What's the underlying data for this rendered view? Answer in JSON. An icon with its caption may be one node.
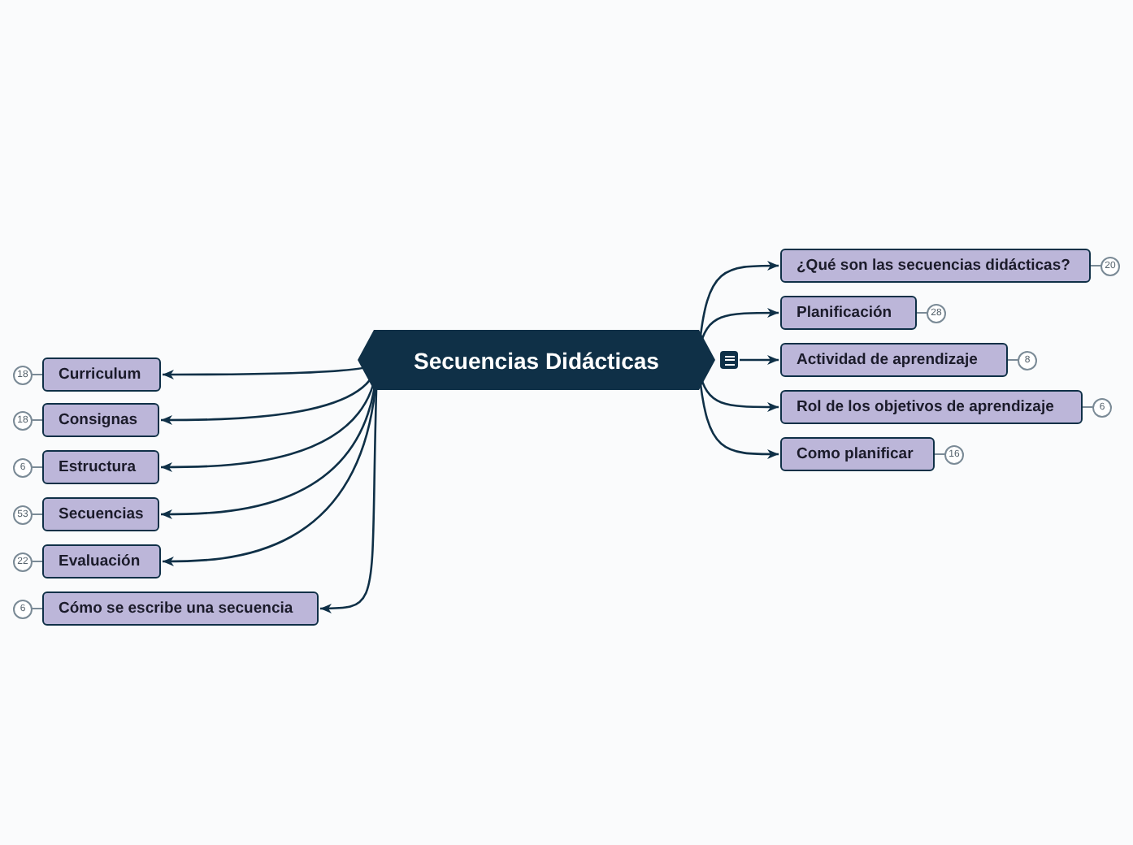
{
  "diagram": {
    "nodes": [
      {
        "text": [
          "Secuencias Didácticas"
        ]
      },
      {
        "text": [
          "¿Qué son las secuencias didácticas?"
        ],
        "beside": [
          "20"
        ]
      },
      {
        "text": [
          "Planificación"
        ],
        "beside": [
          "28"
        ]
      },
      {
        "text": [
          "Actividad de aprendizaje"
        ],
        "beside": [
          "8"
        ]
      },
      {
        "text": [
          "Rol de los objetivos de aprendizaje"
        ],
        "beside": [
          "6"
        ]
      },
      {
        "text": [
          "Como planificar"
        ],
        "beside": [
          "16"
        ]
      },
      {
        "text": [
          "Curriculum"
        ],
        "beside": [
          "18"
        ]
      },
      {
        "text": [
          "Consignas"
        ],
        "beside": [
          "18"
        ]
      },
      {
        "text": [
          "Estructura"
        ],
        "beside": [
          "6"
        ]
      },
      {
        "text": [
          "Secuencias"
        ],
        "beside": [
          "53"
        ]
      },
      {
        "text": [
          "Evaluación"
        ],
        "beside": [
          "22"
        ]
      },
      {
        "text": [
          "Cómo se escribe una secuencia"
        ],
        "beside": [
          "6"
        ]
      }
    ],
    "edges": [
      {
        "from": 0,
        "to": 1,
        "arrow": "to"
      },
      {
        "from": 0,
        "to": 2,
        "arrow": "to"
      },
      {
        "from": 0,
        "to": 3,
        "arrow": "to"
      },
      {
        "from": 0,
        "to": 4,
        "arrow": "to"
      },
      {
        "from": 0,
        "to": 5,
        "arrow": "to"
      },
      {
        "from": 0,
        "to": 6,
        "arrow": "to"
      },
      {
        "from": 0,
        "to": 7,
        "arrow": "to"
      },
      {
        "from": 0,
        "to": 8,
        "arrow": "to"
      },
      {
        "from": 0,
        "to": 9,
        "arrow": "to"
      },
      {
        "from": 0,
        "to": 10,
        "arrow": "to"
      },
      {
        "from": 0,
        "to": 11,
        "arrow": "to"
      }
    ]
  }
}
